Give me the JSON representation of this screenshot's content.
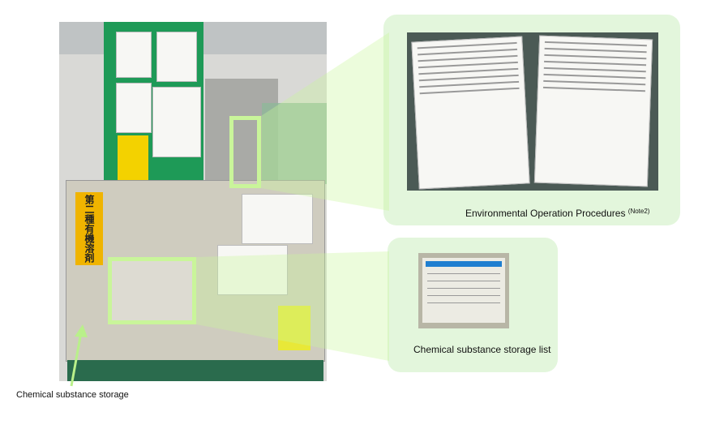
{
  "labels": {
    "procedures": "Environmental Operation Procedures",
    "procedures_note": "(Note2)",
    "storage_list": "Chemical substance storage list",
    "storage": "Chemical substance storage"
  },
  "cabinet_sign": "第二種有機溶剤",
  "colors": {
    "callout_bg": "#e3f6dc",
    "highlight": "#c9f59a",
    "pillar": "#1e9a57",
    "sign": "#f0b400"
  }
}
